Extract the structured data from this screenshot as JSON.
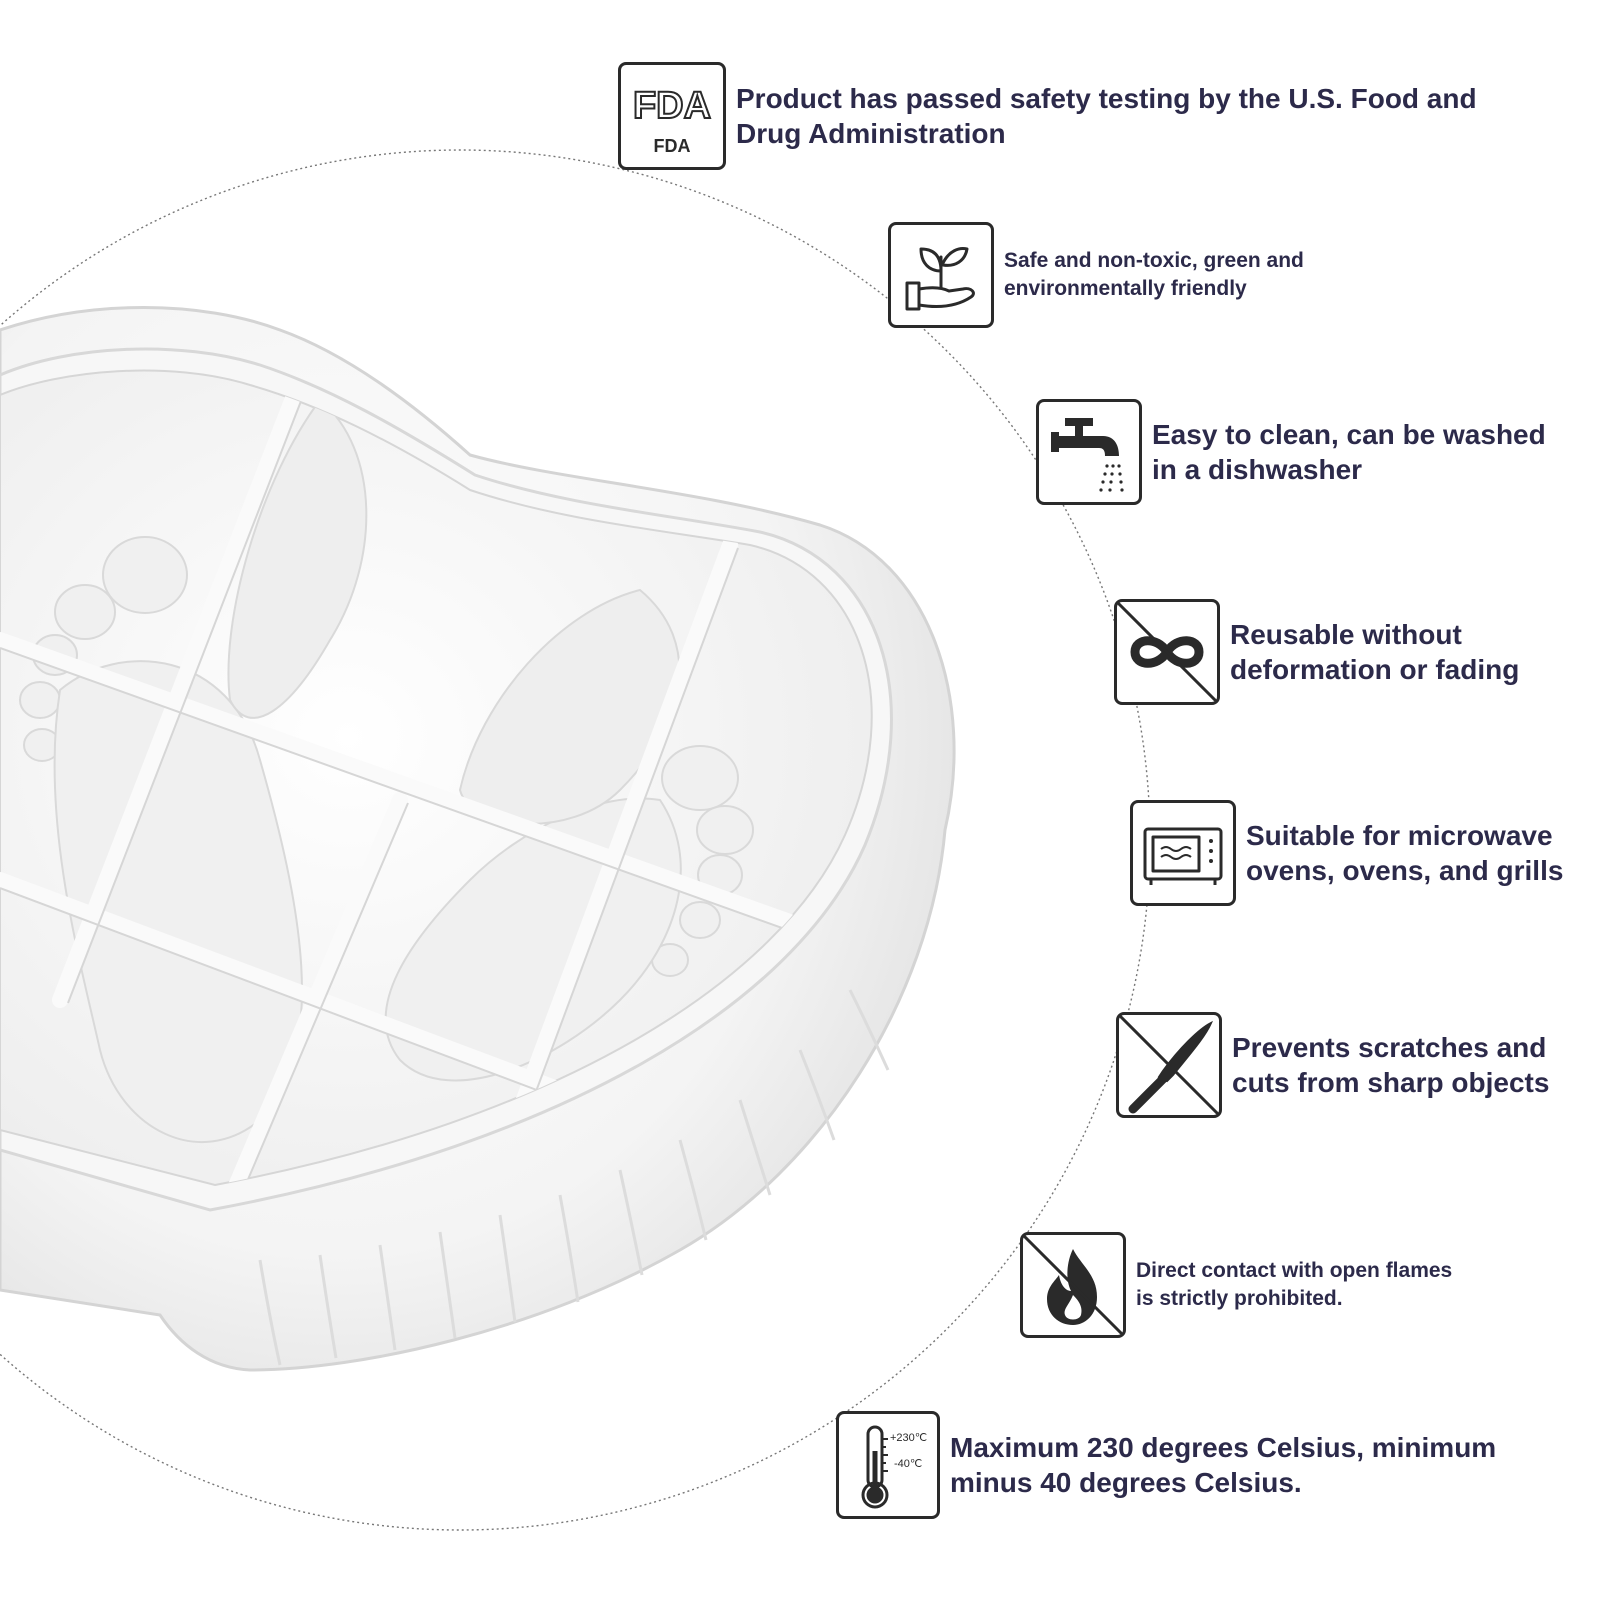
{
  "features": [
    {
      "icon": "fda-certification-icon",
      "icon_caption": "FDA",
      "text": "Product has passed safety testing by the U.S. Food and Drug Administration"
    },
    {
      "icon": "eco-plant-hand-icon",
      "text": "Safe and non-toxic, green and environmentally friendly"
    },
    {
      "icon": "faucet-water-icon",
      "text": "Easy to clean, can be washed in a dishwasher"
    },
    {
      "icon": "no-deformation-infinity-icon",
      "text": "Reusable without deformation or fading"
    },
    {
      "icon": "microwave-oven-icon",
      "text": "Suitable for microwave ovens, ovens, and grills"
    },
    {
      "icon": "knife-crossed-icon",
      "text": "Prevents scratches and cuts from sharp objects"
    },
    {
      "icon": "no-open-flame-icon",
      "text": "Direct contact with open flames is strictly prohibited."
    },
    {
      "icon": "thermometer-icon",
      "icon_max_label": "+230℃",
      "icon_min_label": "-40℃",
      "text": "Maximum 230 degrees Celsius, minimum minus 40 degrees Celsius."
    }
  ],
  "colors": {
    "text": "#2c2a4a",
    "icon_stroke": "#2a2a2a",
    "mold": "#f6f6f6",
    "mold_shadow": "#dedede"
  }
}
